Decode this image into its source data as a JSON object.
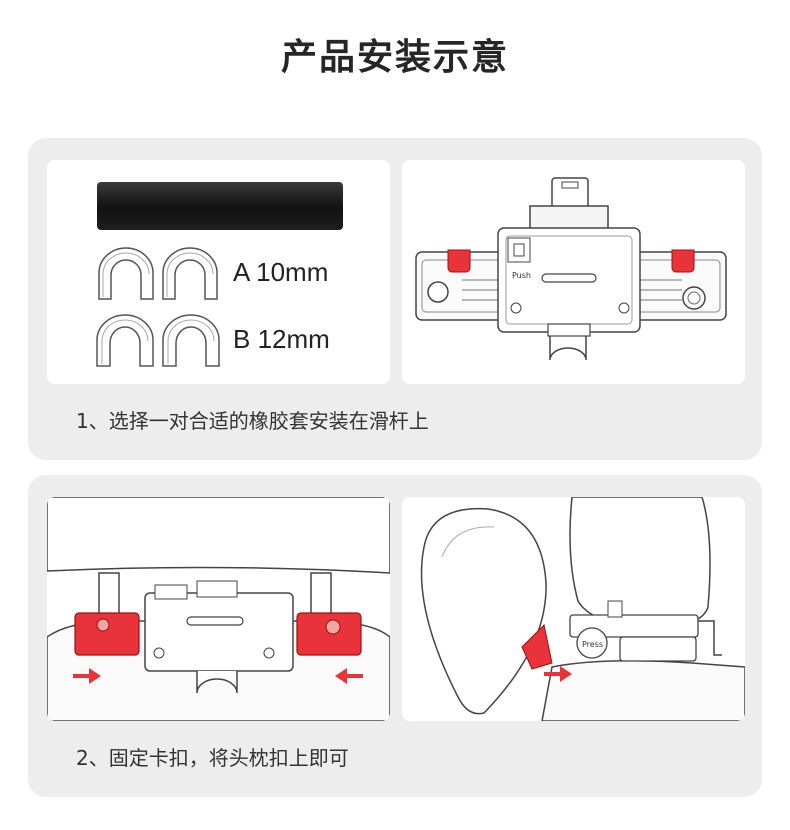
{
  "page": {
    "title": "产品安装示意"
  },
  "step1": {
    "caption": "1、选择一对合适的橡胶套安装在滑杆上",
    "sizes": [
      {
        "letter": "A",
        "size": "10mm",
        "label": "A  10mm"
      },
      {
        "letter": "B",
        "size": "12mm",
        "label": "B  12mm"
      }
    ],
    "diagram_text": "Push"
  },
  "step2": {
    "caption": "2、固定卡扣，将头枕扣上即可",
    "diagram_text": "Press"
  },
  "colors": {
    "highlight_red": "#e8333a",
    "arrow_red": "#e8333a",
    "section_bg": "#ededed",
    "bar_black": "#151515"
  }
}
